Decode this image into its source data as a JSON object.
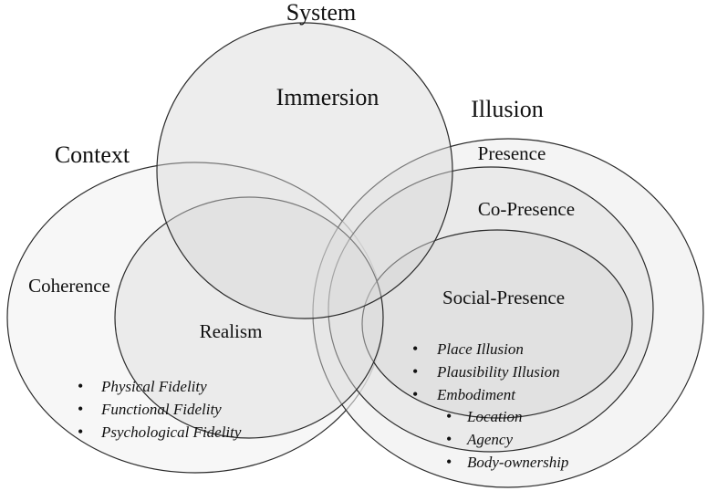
{
  "labels": {
    "system": "System",
    "illusion": "Illusion",
    "context": "Context",
    "immersion": "Immersion",
    "presence": "Presence",
    "co_presence": "Co-Presence",
    "social_presence": "Social-Presence",
    "coherence": "Coherence",
    "realism": "Realism"
  },
  "realism_list": [
    "Physical Fidelity",
    "Functional Fidelity",
    "Psychological Fidelity"
  ],
  "social_list": [
    "Place Illusion",
    "Plausibility Illusion",
    "Embodiment"
  ],
  "embodiment_list": [
    "Location",
    "Agency",
    "Body-ownership"
  ],
  "bullet": "•",
  "colors": {
    "stroke": "#2b2b2b",
    "fill_light": "#ececec",
    "fill_mid": "#dedede",
    "text": "#111111"
  }
}
